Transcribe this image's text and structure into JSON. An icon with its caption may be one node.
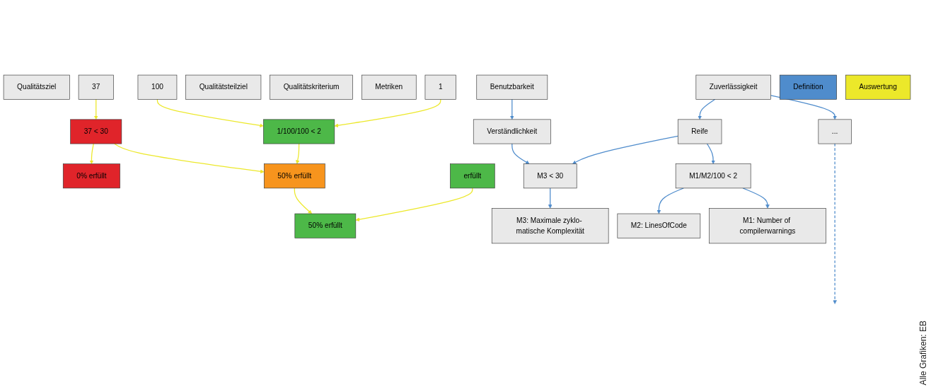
{
  "diagram": {
    "nodes": [
      {
        "text": [
          "Qualitätsziel"
        ]
      },
      {
        "text": [
          "Benutzbarkeit"
        ]
      },
      {
        "text": [
          "Zuverlässigkeit"
        ]
      },
      {
        "text": [
          "50% erfüllt"
        ]
      },
      {
        "text": [
          "Qualitätsteilziel"
        ]
      },
      {
        "text": [
          "Verständlichkeit"
        ]
      },
      {
        "text": [
          "0% erfüllt"
        ]
      },
      {
        "text": [
          "Reife"
        ]
      },
      {
        "text": [
          "50% erfüllt"
        ]
      },
      {
        "text": [
          "..."
        ]
      },
      {
        "text": [
          "erfüllt"
        ]
      },
      {
        "text": [
          "Qualitätskriterium"
        ]
      },
      {
        "text": [
          "M3 < 30"
        ]
      },
      {
        "text": [
          "37 < 30"
        ]
      },
      {
        "text": [
          "M1/M2/100 < 2"
        ]
      },
      {
        "text": [
          "1/100/100 < 2"
        ]
      },
      {
        "text": [
          "Metriken"
        ]
      },
      {
        "text": [
          "M3: Maximale zyklo- matische Komplexität"
        ]
      },
      {
        "text": [
          "37"
        ]
      },
      {
        "text": [
          "M2: LinesOfCode"
        ]
      },
      {
        "text": [
          "100"
        ]
      },
      {
        "text": [
          "M1: Number of compilerwarnings"
        ]
      },
      {
        "text": [
          "1"
        ]
      },
      {
        "text": [
          "Definition"
        ]
      },
      {
        "text": [
          "Auswertung"
        ]
      }
    ],
    "edges": [
      {
        "from": 1,
        "to": 5,
        "arrow": "to"
      },
      {
        "from": 2,
        "to": 7,
        "arrow": "to"
      },
      {
        "from": 2,
        "to": 9,
        "arrow": "to"
      },
      {
        "from": 5,
        "to": 12,
        "arrow": "to"
      },
      {
        "from": 7,
        "to": 12,
        "arrow": "to"
      },
      {
        "from": 7,
        "to": 14,
        "arrow": "to"
      },
      {
        "from": 9,
        "to": null,
        "arrow": "to",
        "style": "dashed"
      },
      {
        "from": 12,
        "to": 17,
        "arrow": "to"
      },
      {
        "from": 14,
        "to": 19,
        "arrow": "to"
      },
      {
        "from": 14,
        "to": 21,
        "arrow": "to"
      },
      {
        "from": 8,
        "to": 3,
        "arrow": "to",
        "color": "#ece82a"
      },
      {
        "from": 10,
        "to": 3,
        "arrow": "to",
        "color": "#ece82a"
      },
      {
        "from": 13,
        "to": 6,
        "arrow": "to",
        "color": "#ece82a"
      },
      {
        "from": 13,
        "to": 8,
        "arrow": "to",
        "color": "#ece82a"
      },
      {
        "from": 15,
        "to": 8,
        "arrow": "to",
        "color": "#ece82a"
      },
      {
        "from": 18,
        "to": 13,
        "arrow": "to",
        "color": "#ece82a"
      },
      {
        "from": 20,
        "to": 15,
        "arrow": "to",
        "color": "#ece82a"
      },
      {
        "from": 22,
        "to": 15,
        "arrow": "to",
        "color": "#ece82a"
      }
    ],
    "labels": [
      "Alle Grafiken: EB"
    ]
  }
}
